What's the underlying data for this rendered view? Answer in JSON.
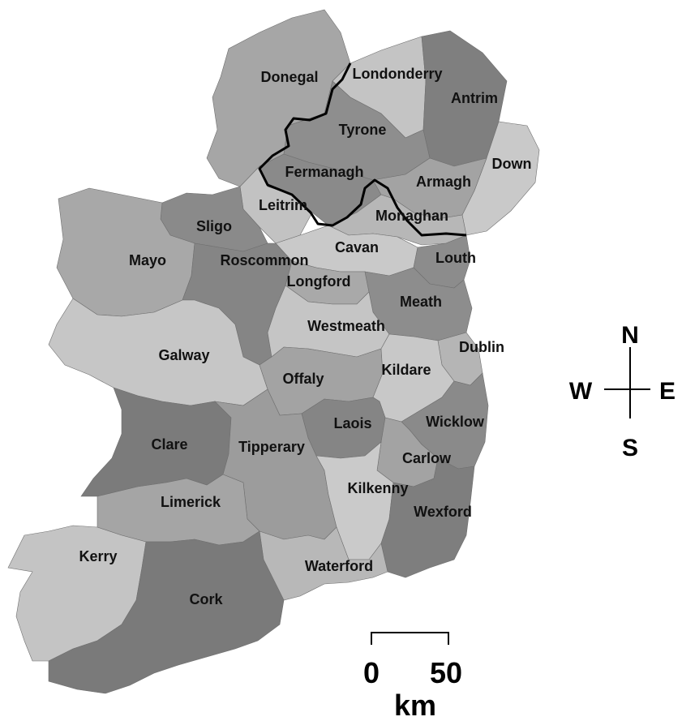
{
  "counties": [
    {
      "id": "donegal",
      "name": "Donegal",
      "fill": "#a6a6a6"
    },
    {
      "id": "londonderry",
      "name": "Londonderry",
      "fill": "#c4c4c4"
    },
    {
      "id": "antrim",
      "name": "Antrim",
      "fill": "#7f7f7f"
    },
    {
      "id": "tyrone",
      "name": "Tyrone",
      "fill": "#8e8e8e"
    },
    {
      "id": "down",
      "name": "Down",
      "fill": "#c9c9c9"
    },
    {
      "id": "fermanagh",
      "name": "Fermanagh",
      "fill": "#8a8a8a"
    },
    {
      "id": "armagh",
      "name": "Armagh",
      "fill": "#a3a3a3"
    },
    {
      "id": "leitrim",
      "name": "Leitrim",
      "fill": "#c2c2c2"
    },
    {
      "id": "monaghan",
      "name": "Monaghan",
      "fill": "#b7b7b7"
    },
    {
      "id": "sligo",
      "name": "Sligo",
      "fill": "#8a8a8a"
    },
    {
      "id": "cavan",
      "name": "Cavan",
      "fill": "#c9c9c9"
    },
    {
      "id": "mayo",
      "name": "Mayo",
      "fill": "#a8a8a8"
    },
    {
      "id": "roscommon",
      "name": "Roscommon",
      "fill": "#858585"
    },
    {
      "id": "louth",
      "name": "Louth",
      "fill": "#8c8c8c"
    },
    {
      "id": "longford",
      "name": "Longford",
      "fill": "#a9a9a9"
    },
    {
      "id": "meath",
      "name": "Meath",
      "fill": "#8d8d8d"
    },
    {
      "id": "westmeath",
      "name": "Westmeath",
      "fill": "#c5c5c5"
    },
    {
      "id": "galway",
      "name": "Galway",
      "fill": "#c6c6c6"
    },
    {
      "id": "dublin",
      "name": "Dublin",
      "fill": "#b5b5b5"
    },
    {
      "id": "offaly",
      "name": "Offaly",
      "fill": "#a3a3a3"
    },
    {
      "id": "kildare",
      "name": "Kildare",
      "fill": "#c8c8c8"
    },
    {
      "id": "laois",
      "name": "Laois",
      "fill": "#858585"
    },
    {
      "id": "wicklow",
      "name": "Wicklow",
      "fill": "#8a8a8a"
    },
    {
      "id": "clare",
      "name": "Clare",
      "fill": "#7b7b7b"
    },
    {
      "id": "tipperary",
      "name": "Tipperary",
      "fill": "#9c9c9c"
    },
    {
      "id": "carlow",
      "name": "Carlow",
      "fill": "#a3a3a3"
    },
    {
      "id": "kilkenny",
      "name": "Kilkenny",
      "fill": "#cacaca"
    },
    {
      "id": "limerick",
      "name": "Limerick",
      "fill": "#a5a5a5"
    },
    {
      "id": "wexford",
      "name": "Wexford",
      "fill": "#7e7e7e"
    },
    {
      "id": "kerry",
      "name": "Kerry",
      "fill": "#c4c4c4"
    },
    {
      "id": "waterford",
      "name": "Waterford",
      "fill": "#b8b8b8"
    },
    {
      "id": "cork",
      "name": "Cork",
      "fill": "#7a7a7a"
    }
  ],
  "compass": {
    "north": "N",
    "south": "S",
    "east": "E",
    "west": "W"
  },
  "scale_bar": {
    "start_label": "0",
    "end_label": "50",
    "unit": "km"
  },
  "colors": {
    "border_line": "#000000",
    "outline": "#6f6f6f"
  }
}
